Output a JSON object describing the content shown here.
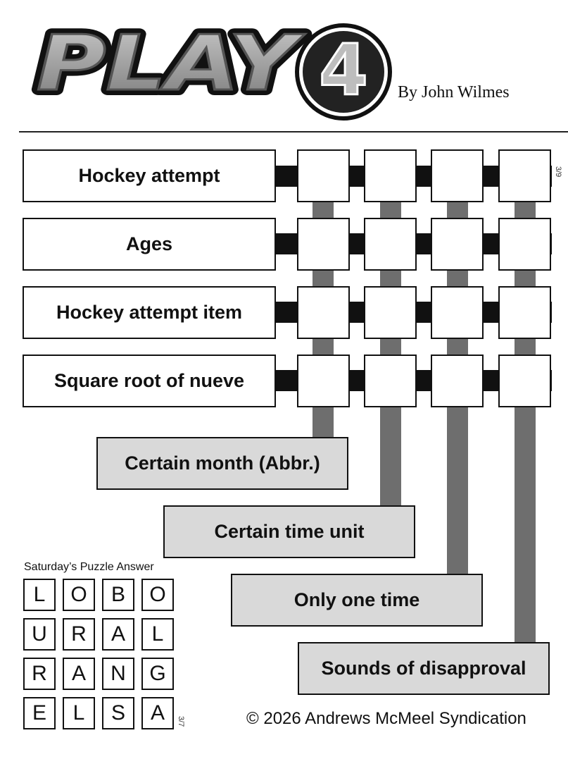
{
  "header": {
    "logo_text": "PLAY",
    "logo_number": "4",
    "byline": "By John Wilmes",
    "date_code": "3/9"
  },
  "across_clues": [
    "Hockey attempt",
    "Ages",
    "Hockey attempt item",
    "Square root of nueve"
  ],
  "down_clues": [
    "Certain month (Abbr.)",
    "Certain time unit",
    "Only one time",
    "Sounds of disapproval"
  ],
  "previous_answer": {
    "title": "Saturday’s Puzzle Answer",
    "rows": [
      [
        "L",
        "O",
        "B",
        "O"
      ],
      [
        "U",
        "R",
        "A",
        "L"
      ],
      [
        "R",
        "A",
        "N",
        "G"
      ],
      [
        "E",
        "L",
        "S",
        "A"
      ]
    ],
    "date_code": "3/7"
  },
  "footer": {
    "copyright": "© 2026 Andrews McMeel Syndication"
  },
  "colors": {
    "connector_vertical": "#6e6e6e",
    "connector_horizontal": "#111111",
    "answer_box_fill": "#d9d9d9"
  }
}
